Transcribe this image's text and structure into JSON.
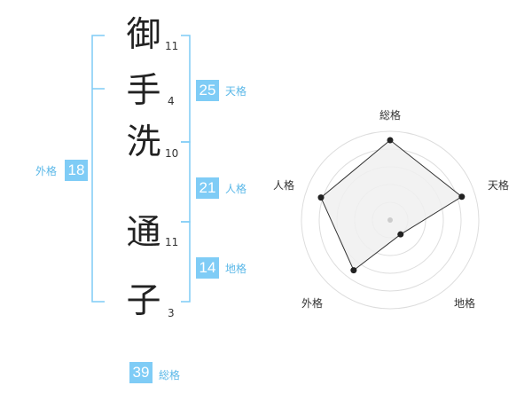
{
  "name": {
    "chars": [
      {
        "char": "御",
        "strokes": "11"
      },
      {
        "char": "手",
        "strokes": "4"
      },
      {
        "char": "洗",
        "strokes": "10"
      },
      {
        "char": "通",
        "strokes": "11"
      },
      {
        "char": "子",
        "strokes": "3"
      }
    ]
  },
  "kaku": {
    "tenkaku": {
      "value": "25",
      "label": "天格"
    },
    "jinkaku": {
      "value": "21",
      "label": "人格"
    },
    "chikaku": {
      "value": "14",
      "label": "地格"
    },
    "gaikaku": {
      "value": "18",
      "label": "外格"
    },
    "soukaku": {
      "value": "39",
      "label": "総格"
    }
  },
  "colors": {
    "accent": "#7fccf6",
    "label": "#5bb8e8",
    "radar_fill": "#f0f0f0",
    "radar_line": "#333333"
  },
  "chart_data": {
    "type": "radar",
    "axes": [
      "総格",
      "天格",
      "地格",
      "外格",
      "人格"
    ],
    "values": [
      0.9,
      0.85,
      0.2,
      0.7,
      0.82
    ],
    "range": [
      0,
      1
    ]
  }
}
